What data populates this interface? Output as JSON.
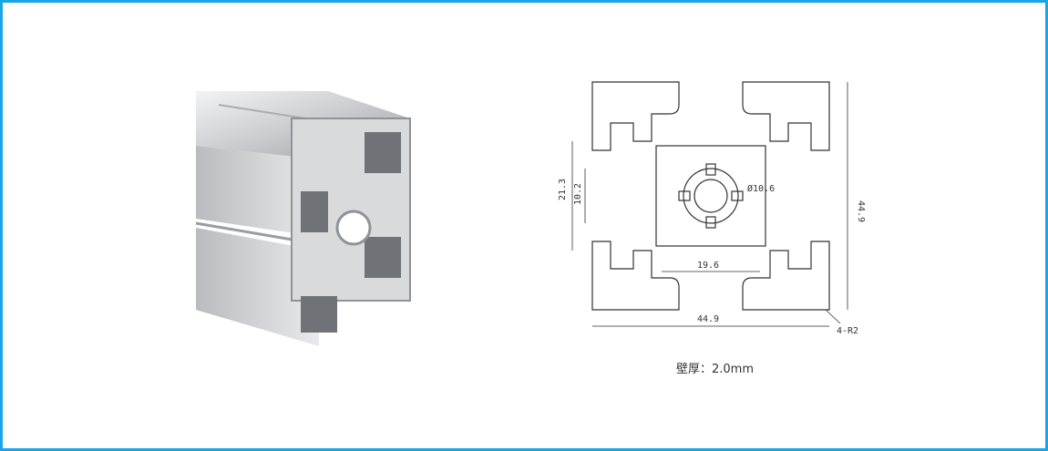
{
  "colors": {
    "border": "#1aa6e6",
    "line": "#333333",
    "aluminum_light": "#e6e7e9",
    "aluminum_mid": "#c7c9cc",
    "aluminum_dark": "#8f9296"
  },
  "drawing": {
    "dim_overall_width": "44.9",
    "dim_overall_height": "44.9",
    "dim_slot_outer": "21.3",
    "dim_slot_inner": "10.2",
    "dim_center_bore": "Ø10.6",
    "dim_core_width": "19.6",
    "dim_corner_radius": "4-R2"
  },
  "caption": {
    "wall_thickness": "壁厚：2.0mm"
  }
}
